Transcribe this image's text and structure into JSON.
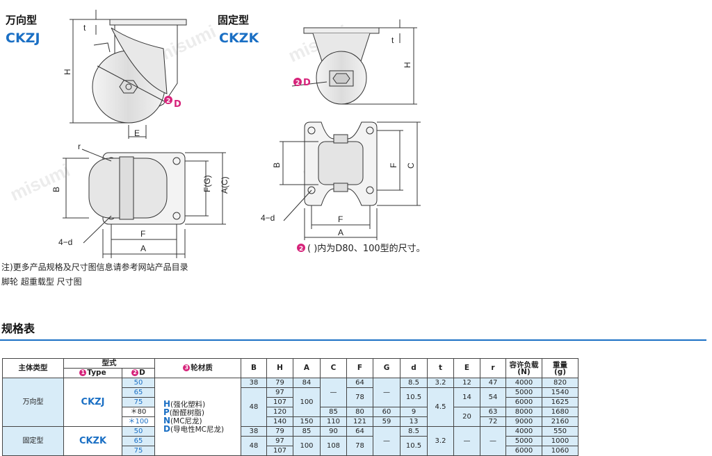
{
  "drawing": {
    "left_type_name": "万向型",
    "left_type_code": "CKZJ",
    "right_type_name": "固定型",
    "right_type_code": "CKZK",
    "dims": {
      "H": "H",
      "t": "t",
      "E": "E",
      "D": "D",
      "r": "r",
      "B": "B",
      "FG": "F(G)",
      "AC": "A(C)",
      "F": "F",
      "A": "A",
      "C": "C",
      "d4": "4−d"
    },
    "badge_2": "2",
    "footnote": "( )内为D80、100型的尺寸。",
    "watermark": "misumi"
  },
  "notes": {
    "line1": "注)更多产品规格及尺寸图信息请参考网站产品目录",
    "line2": "脚轮 超重载型 尺寸图"
  },
  "section_title": "规格表",
  "table": {
    "headers": {
      "main_type": "主体类型",
      "model": "型式",
      "type": "Type",
      "d": "D",
      "material": "轮材质",
      "cols": [
        "B",
        "H",
        "A",
        "C",
        "F",
        "G",
        "d",
        "t",
        "E",
        "r"
      ],
      "load": "容许负载",
      "load_unit": "(N)",
      "weight": "重量",
      "weight_unit": "(g)"
    },
    "badges": {
      "type": "1",
      "d": "2",
      "material": "3"
    },
    "groups": [
      {
        "name": "万向型",
        "code": "CKZJ"
      },
      {
        "name": "固定型",
        "code": "CKZK"
      }
    ],
    "materials": [
      {
        "letter": "H",
        "desc": "(强化塑料)"
      },
      {
        "letter": "P",
        "desc": "(酚醛树脂)"
      },
      {
        "letter": "N",
        "desc": "(MC尼龙)"
      },
      {
        "letter": "D",
        "desc": "(导电性MC尼龙)"
      }
    ],
    "d_values": [
      "50",
      "65",
      "75",
      "＊80",
      "＊100",
      "50",
      "65",
      "75"
    ],
    "cells": {
      "B1": "38",
      "B2": "48",
      "B3": "38",
      "B4": "48",
      "H": [
        "79",
        "97",
        "107",
        "120",
        "140",
        "79",
        "97",
        "107"
      ],
      "A1": "84",
      "A2": "100",
      "A3": "150",
      "A4": "85",
      "A5": "100",
      "C1": "—",
      "C2": "85",
      "C3": "110",
      "C4": "90",
      "C5": "108",
      "F": [
        "64",
        "78",
        "80",
        "121",
        "64",
        "78"
      ],
      "G1": "—",
      "G2": "60",
      "G3": "59",
      "G4": "—",
      "d": [
        "8.5",
        "10.5",
        "9",
        "13",
        "8.5",
        "10.5"
      ],
      "t1": "3.2",
      "t2": "4.5",
      "t3": "3.2",
      "E1": "12",
      "E2": "14",
      "E3": "20",
      "E4": "—",
      "r1": "47",
      "r2": "54",
      "r3": "63",
      "r4": "72",
      "r5": "—",
      "load": [
        "4000",
        "5000",
        "6000",
        "8000",
        "9000",
        "4000",
        "5000",
        "6000"
      ],
      "weight": [
        "820",
        "1540",
        "1625",
        "1680",
        "2160",
        "550",
        "1000",
        "1060"
      ]
    }
  }
}
